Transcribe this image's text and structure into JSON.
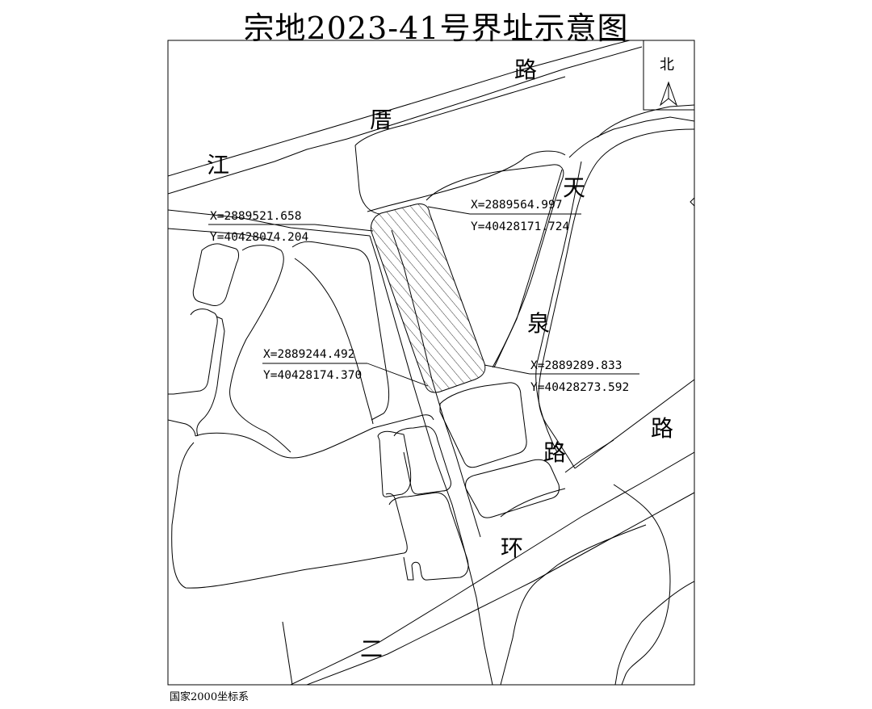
{
  "title": "宗地2023-41号界址示意图",
  "north": {
    "label": "北"
  },
  "road_labels": {
    "jiang": "江",
    "cuo": "厝",
    "lu_top": "路",
    "tian": "天",
    "quan": "泉",
    "lu_mid": "路",
    "lu_right": "路",
    "huan": "环",
    "er": "二"
  },
  "coordinates": [
    {
      "x": "X=2889521.658",
      "y": "Y=40428074.204"
    },
    {
      "x": "X=2889564.997",
      "y": "Y=40428171.724"
    },
    {
      "x": "X=2889244.492",
      "y": "Y=40428174.370"
    },
    {
      "x": "X=2889289.833",
      "y": "Y=40428273.592"
    }
  ],
  "footer": "国家2000坐标系",
  "colors": {
    "line": "#000000",
    "background": "#ffffff"
  }
}
